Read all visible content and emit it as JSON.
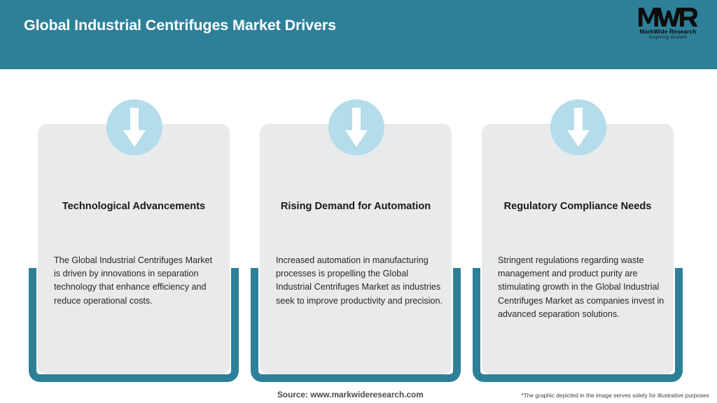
{
  "header": {
    "title": "Global Industrial Centrifuges Market Drivers",
    "background_color": "#2e8098",
    "title_color": "#ffffff"
  },
  "logo": {
    "mark_text": "MWR",
    "name": "MarkWide Research",
    "tagline": "Inspiring Growth",
    "color": "#0d0d0d"
  },
  "theme": {
    "accent": "#2e8098",
    "card_background": "#e8eaec",
    "icon_circle": "#b5dcea",
    "icon_arrow": "#ffffff"
  },
  "cards": [
    {
      "icon": "arrow-down-icon",
      "title": "Technological Advancements",
      "body": "The Global Industrial Centrifuges Market is driven by innovations in separation technology that enhance efficiency and reduce operational costs."
    },
    {
      "icon": "arrow-down-icon",
      "title": "Rising Demand for Automation",
      "body": "Increased automation in manufacturing processes is propelling the Global Industrial Centrifuges Market as industries seek to improve productivity and precision."
    },
    {
      "icon": "arrow-down-icon",
      "title": "Regulatory Compliance Needs",
      "body": "Stringent regulations regarding waste management and product purity are stimulating growth in the Global Industrial Centrifuges Market as companies invest in advanced separation solutions."
    }
  ],
  "footer": {
    "source": "Source: www.markwideresearch.com",
    "disclaimer": "*The graphic depicted in the image serves solely for illustrative purposes"
  }
}
